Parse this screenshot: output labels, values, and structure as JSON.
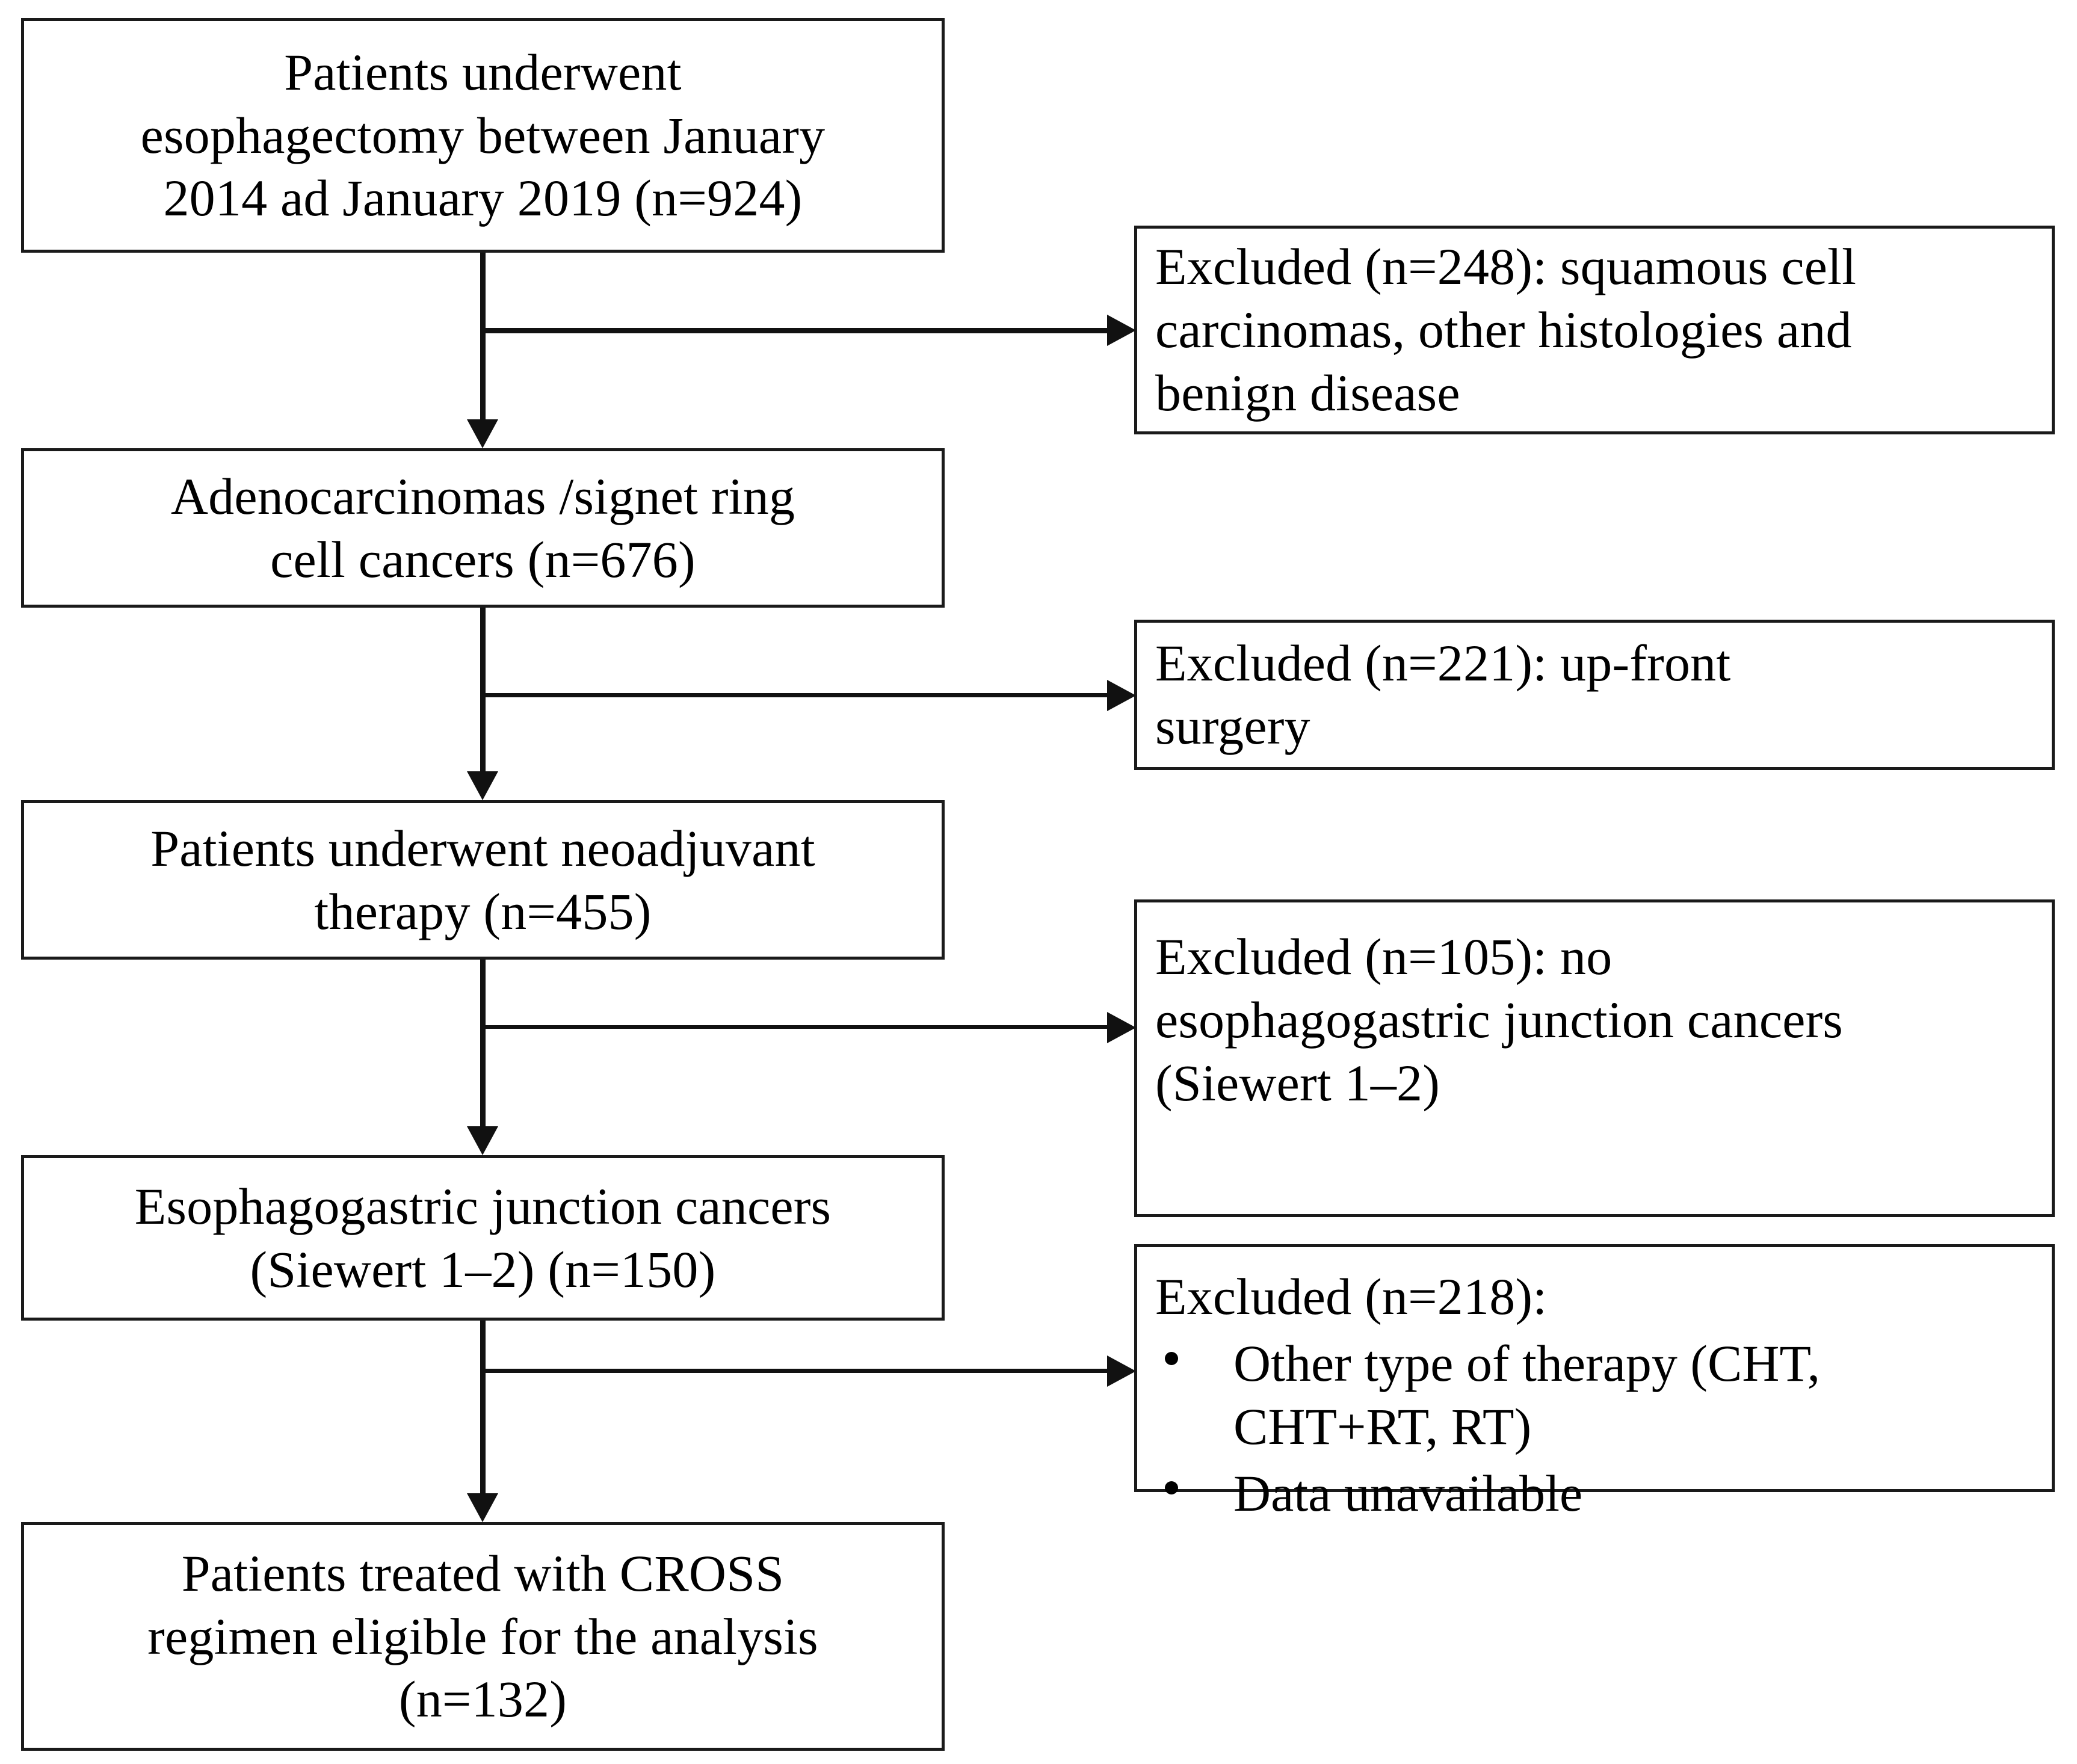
{
  "diagram": {
    "title": "Patient selection flowchart",
    "type": "flowchart",
    "accent_color": "#000000",
    "background_color": "#ffffff",
    "border_color": "#1a1a1a"
  },
  "flow": {
    "nodes": [
      {
        "id": "enrolled",
        "text": "Patients underwent\nesophagectomy between January\n2014 ad January 2019 (n=924)",
        "n": 924
      },
      {
        "id": "adeno",
        "text": "Adenocarcinomas /signet ring\ncell cancers (n=676)",
        "n": 676
      },
      {
        "id": "neoadjuvant",
        "text": "Patients underwent neoadjuvant\ntherapy (n=455)",
        "n": 455
      },
      {
        "id": "egj",
        "text": "Esophagogastric junction cancers\n(Siewert 1–2) (n=150)",
        "n": 150
      },
      {
        "id": "cross",
        "text": "Patients treated with CROSS\nregimen eligible for the analysis\n(n=132)",
        "n": 132
      }
    ],
    "exclusions": [
      {
        "id": "excluded-248",
        "text": "Excluded (n=248): squamous cell\ncarcinomas, other histologies and\nbenign disease",
        "n": 248
      },
      {
        "id": "excluded-221",
        "text": "Excluded (n=221): up-front\nsurgery",
        "n": 221
      },
      {
        "id": "excluded-105",
        "text": "Excluded (n=105): no\nesophagogastric junction cancers\n(Siewert 1–2)",
        "n": 105
      },
      {
        "id": "excluded-218",
        "heading": "Excluded (n=218):",
        "n": 218,
        "bullets": [
          "Other type of therapy (CHT,\nCHT+RT,  RT)",
          "Data unavailable"
        ]
      }
    ]
  }
}
